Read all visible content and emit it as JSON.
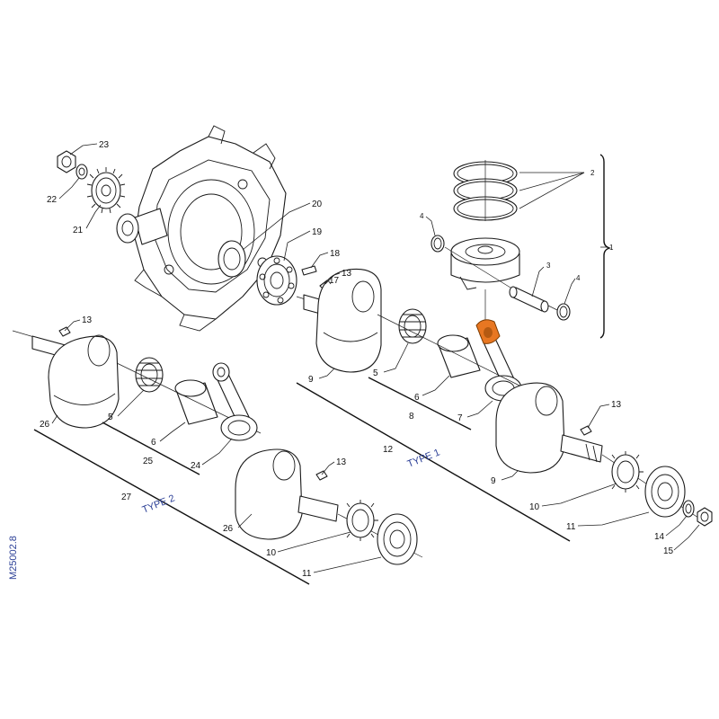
{
  "drawing": {
    "code": "M25002.8",
    "highlight_color": "#e87722",
    "type_label_color": "#2b3f96"
  },
  "group_labels": {
    "type1": "TYPE 1",
    "type2": "TYPE 2"
  },
  "callouts": {
    "c1": "1",
    "c2": "2",
    "c3": "3",
    "c4a": "4",
    "c4b": "4",
    "c5a": "5",
    "c5b": "5",
    "c6a": "6",
    "c6b": "6",
    "c7": "7",
    "c8": "8",
    "c9a": "9",
    "c9b": "9",
    "c10a": "10",
    "c10b": "10",
    "c11a": "11",
    "c11b": "11",
    "c12": "12",
    "c13a": "13",
    "c13b": "13",
    "c13c": "13",
    "c13d": "13",
    "c14": "14",
    "c15": "15",
    "c17": "17",
    "c18": "18",
    "c19": "19",
    "c20": "20",
    "c21": "21",
    "c22": "22",
    "c23": "23",
    "c24": "24",
    "c25": "25",
    "c26a": "26",
    "c26b": "26",
    "c27": "27"
  }
}
